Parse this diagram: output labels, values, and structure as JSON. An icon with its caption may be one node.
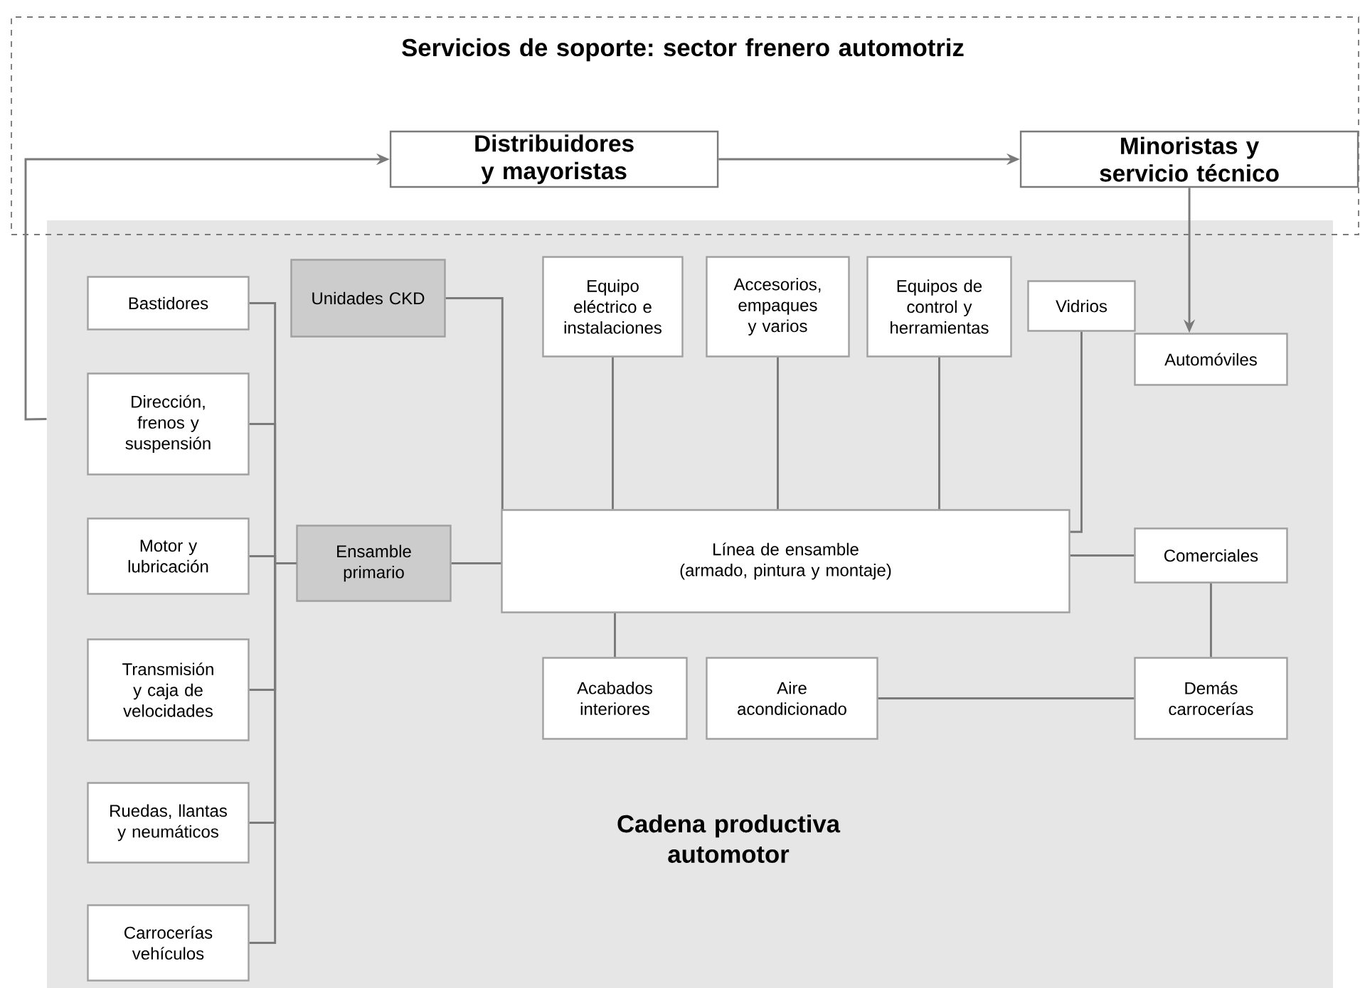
{
  "diagram": {
    "nodes": [
      {
        "text": [
          "Servicios de soporte: sector frenero automotriz"
        ]
      },
      {
        "text": [
          "Distribuidores y mayoristas"
        ],
        "in": 0
      },
      {
        "text": [
          "Minoristas y servicio técnico"
        ],
        "in": 0
      },
      {
        "text": [
          "Cadena productiva automotor"
        ]
      },
      {
        "text": [
          "Bastidores"
        ],
        "in": 3
      },
      {
        "text": [
          "Dirección, frenos y suspensión"
        ],
        "in": 3
      },
      {
        "text": [
          "Motor y lubricación"
        ],
        "in": 3
      },
      {
        "text": [
          "Transmisión y caja de velocidades"
        ],
        "in": 3
      },
      {
        "text": [
          "Ruedas, llantas y neumáticos"
        ],
        "in": 3
      },
      {
        "text": [
          "Carrocerías vehículos"
        ],
        "in": 3
      },
      {
        "text": [
          "Unidades CKD"
        ],
        "in": 3
      },
      {
        "text": [
          "Ensamble primario"
        ],
        "in": 3
      },
      {
        "text": [
          "Equipo eléctrico e instalaciones"
        ],
        "in": 3
      },
      {
        "text": [
          "Accesorios, empaques y varios"
        ],
        "in": 3
      },
      {
        "text": [
          "Equipos de control y herramientas"
        ],
        "in": 3
      },
      {
        "text": [
          "Vidrios"
        ],
        "in": 3
      },
      {
        "text": [
          "Automóviles"
        ],
        "in": 3
      },
      {
        "text": [
          "Línea de ensamble (armado, pintura y montaje)"
        ],
        "in": 3
      },
      {
        "text": [
          "Comerciales"
        ],
        "in": 3
      },
      {
        "text": [
          "Acabados interiores"
        ],
        "in": 3
      },
      {
        "text": [
          "Aire acondicionado"
        ],
        "in": 3
      },
      {
        "text": [
          "Demás carrocerías"
        ],
        "in": 3
      }
    ],
    "edges": [
      {
        "from": 4,
        "to": 11,
        "arrow": "none"
      },
      {
        "from": 5,
        "to": 11,
        "arrow": "none"
      },
      {
        "from": 6,
        "to": 11,
        "arrow": "none"
      },
      {
        "from": 7,
        "to": 11,
        "arrow": "none"
      },
      {
        "from": 8,
        "to": 11,
        "arrow": "none"
      },
      {
        "from": 9,
        "to": 11,
        "arrow": "none"
      },
      {
        "from": 10,
        "to": 17,
        "arrow": "none"
      },
      {
        "from": 11,
        "to": 17,
        "arrow": "none"
      },
      {
        "from": 12,
        "to": 17,
        "arrow": "none"
      },
      {
        "from": 13,
        "to": 17,
        "arrow": "none"
      },
      {
        "from": 14,
        "to": 17,
        "arrow": "none"
      },
      {
        "from": 15,
        "to": 17,
        "arrow": "none"
      },
      {
        "from": 17,
        "to": 18,
        "arrow": "none"
      },
      {
        "from": 17,
        "to": 19,
        "arrow": "none"
      },
      {
        "from": 20,
        "to": 21,
        "arrow": "none"
      },
      {
        "from": 18,
        "to": 21,
        "arrow": "none"
      },
      {
        "from": 3,
        "to": 1,
        "arrow": "to"
      },
      {
        "from": 1,
        "to": 2,
        "arrow": "to"
      },
      {
        "from": 2,
        "to": 16,
        "arrow": "to"
      }
    ]
  }
}
